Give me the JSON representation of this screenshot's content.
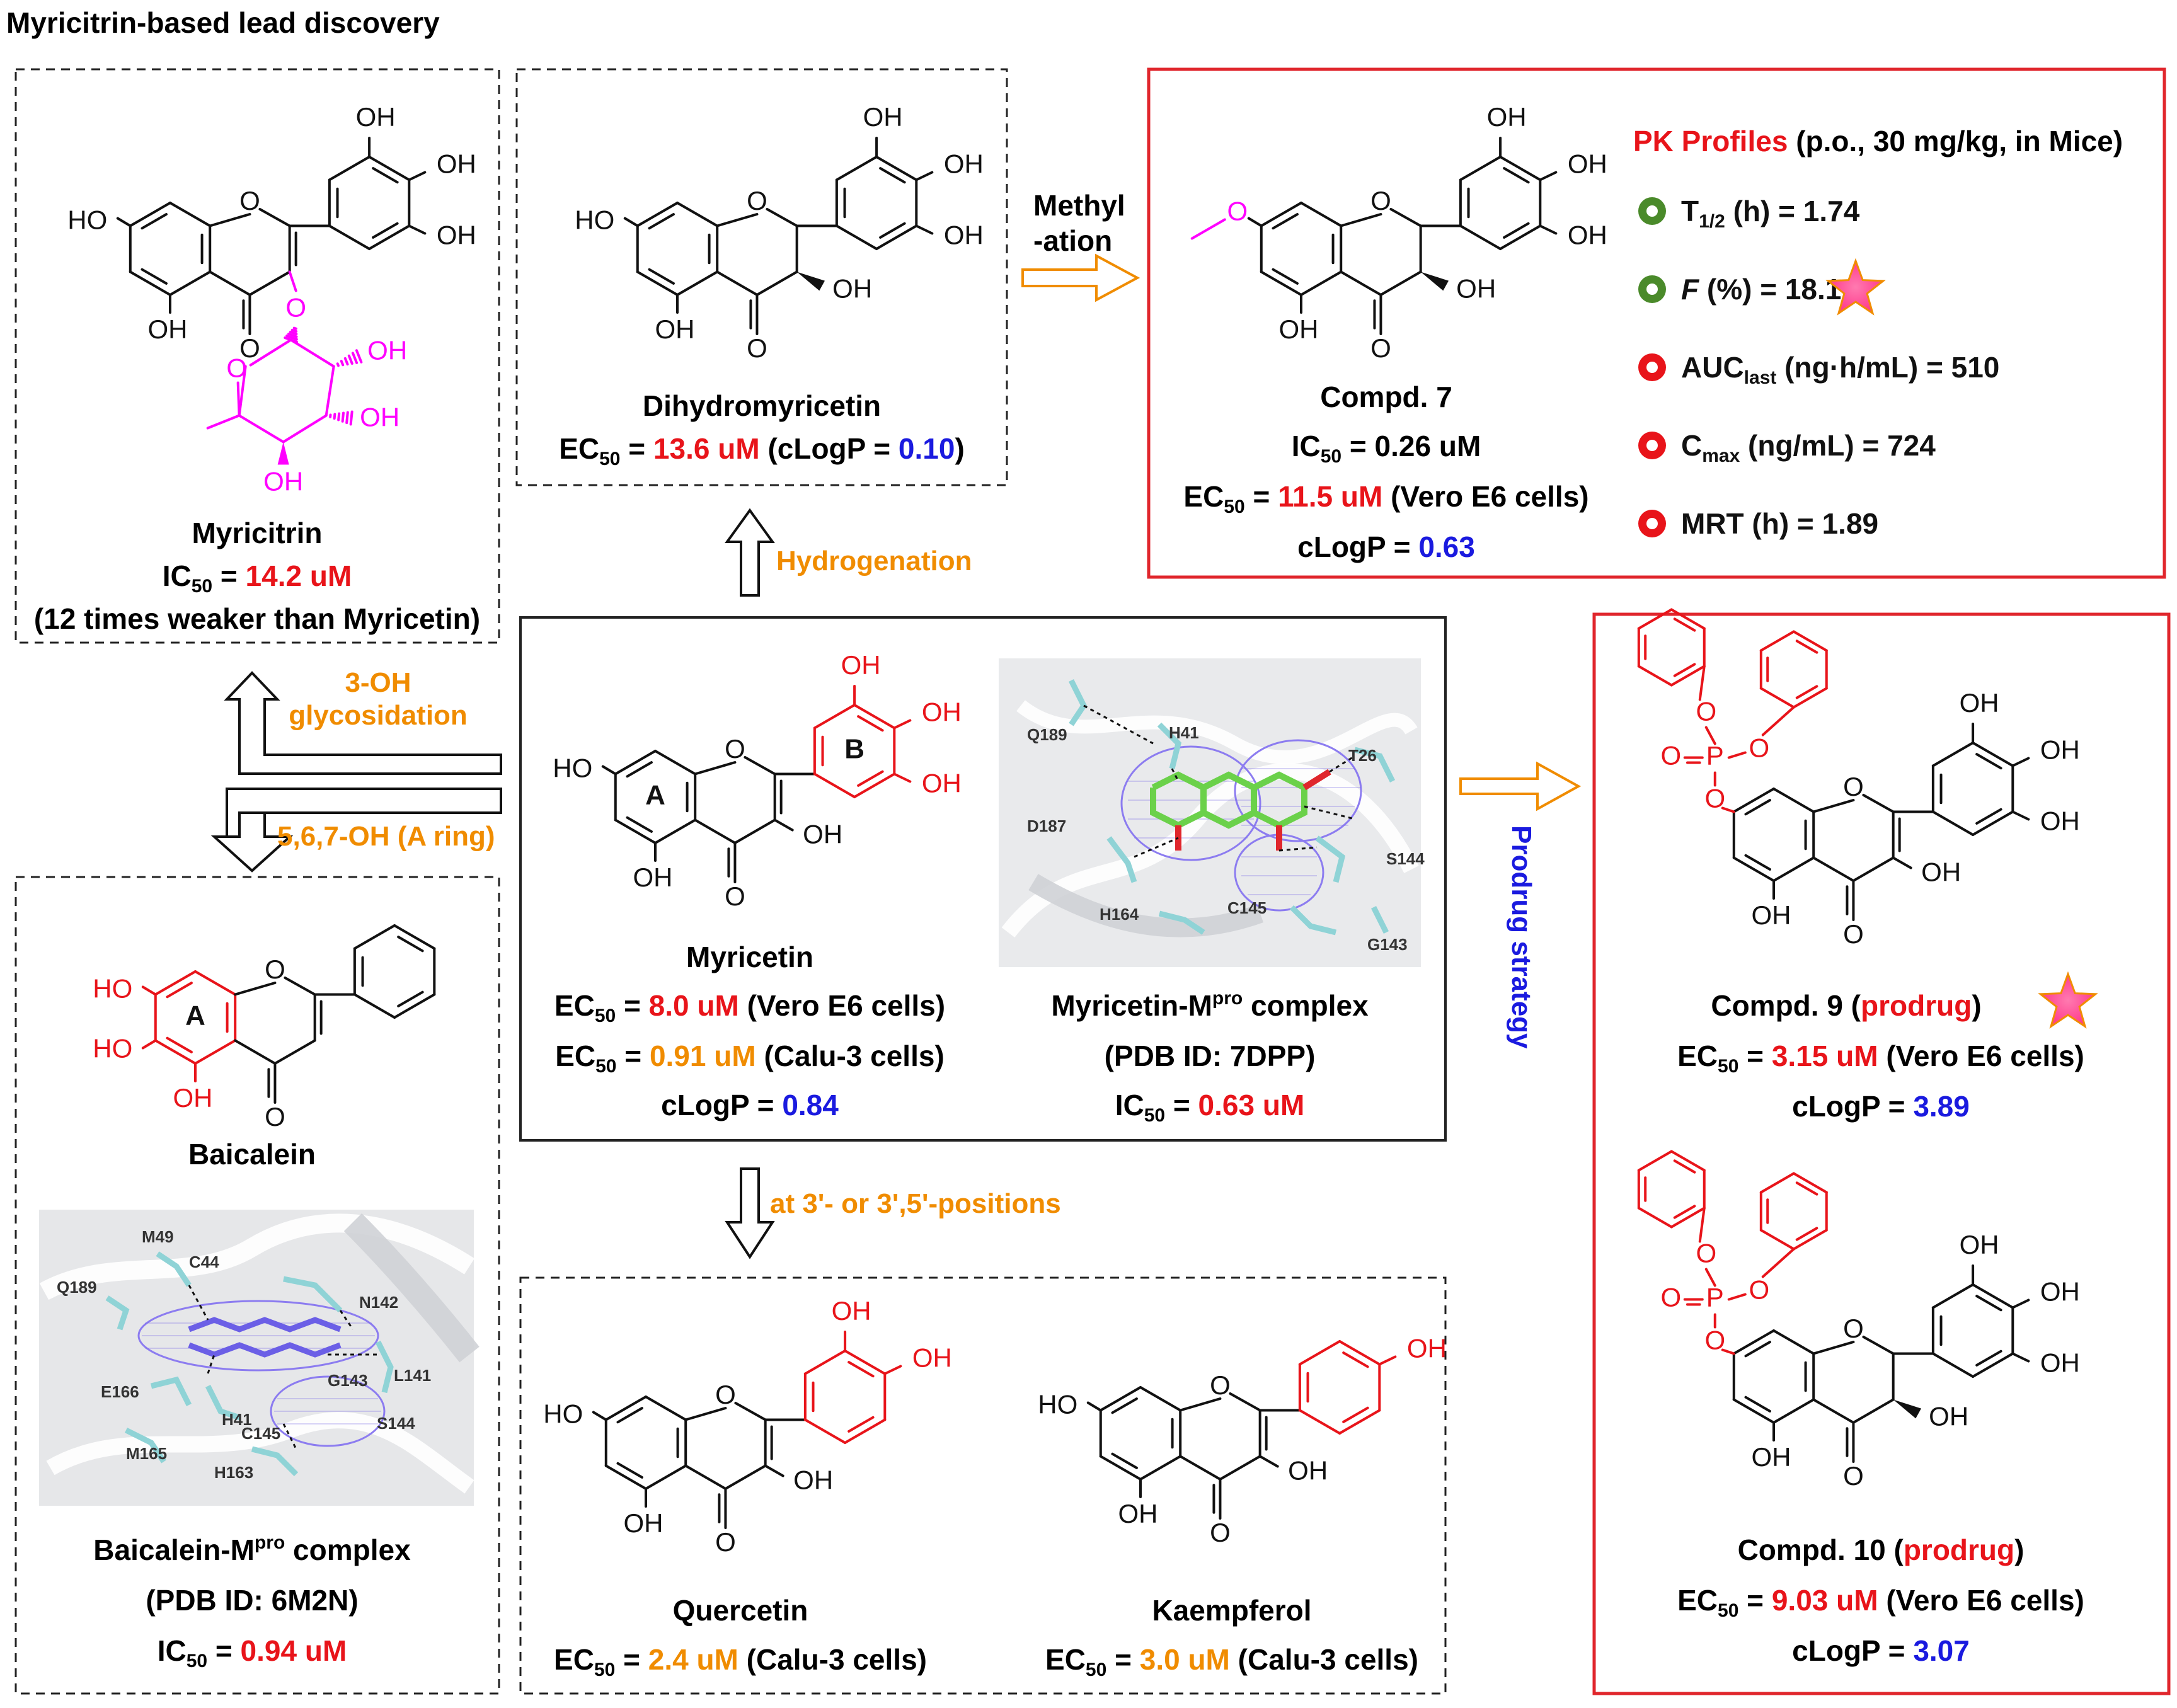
{
  "colors": {
    "red": "#e8141a",
    "orange": "#f08c00",
    "blue": "#1a1adf",
    "magenta": "#ff00ff",
    "green": "#4a8a2a",
    "panel_red": "#e0262c"
  },
  "title": "Myricitrin-based lead discovery",
  "myricitrin": {
    "name": "Myricitrin",
    "ic50_label": "IC",
    "ic50_sub": "50",
    "ic50_eq": " = ",
    "ic50_value": "14.2 uM",
    "note": "(12 times weaker than Myricetin)"
  },
  "dihydromyricetin": {
    "name": "Dihydromyricetin",
    "ec50_label": "EC",
    "ec50_sub": "50",
    "ec50_value": "13.6 uM",
    "clogp_prefix": "(cLogP = ",
    "clogp_value": "0.10",
    "clogp_suffix": ")"
  },
  "methylation": {
    "line1": "Methyl",
    "line2": "-ation"
  },
  "compd7": {
    "name": "Compd. 7",
    "ic50_value": "0.26 uM",
    "ec50_value": "11.5 uM",
    "ec50_cell": "(Vero E6 cells)",
    "clogp_value": "0.63"
  },
  "pk": {
    "heading": "PK Profiles",
    "heading_cond": "(p.o., 30 mg/kg, in Mice)",
    "items": [
      {
        "label_main": "T",
        "label_sub": "1/2",
        "label_rest": " (h) = 1.74",
        "status": "good"
      },
      {
        "label_main": "F",
        "label_sub": "",
        "label_rest": " (%) = 18.1",
        "status": "good"
      },
      {
        "label_main": "AUC",
        "label_sub": "last",
        "label_rest": " (ng·h/mL) = 510",
        "status": "bad"
      },
      {
        "label_main": "C",
        "label_sub": "max",
        "label_rest": " (ng/mL) = 724",
        "status": "bad"
      },
      {
        "label_main": "MRT",
        "label_sub": "",
        "label_rest": " (h) = 1.89",
        "status": "bad"
      }
    ]
  },
  "hydrogenation": "Hydrogenation",
  "glycosidation": {
    "line1": "3-OH",
    "line2": "glycosidation"
  },
  "aring": "5,6,7-OH (A ring)",
  "myricetin": {
    "name": "Myricetin",
    "ec50_vero_value": "8.0 uM",
    "ec50_vero_cell": "(Vero E6 cells)",
    "ec50_calu_value": "0.91 uM",
    "ec50_calu_cell": "(Calu-3 cells)",
    "clogp_value": "0.84",
    "ring_a": "A",
    "ring_b": "B"
  },
  "myricetin_complex": {
    "title_main": "Myricetin-M",
    "title_sup": "pro",
    "title_rest": " complex",
    "pdb": "(PDB ID: 7DPP)",
    "ic50_value": "0.63 uM",
    "residues": [
      "Q189",
      "H41",
      "T26",
      "D187",
      "S144",
      "H164",
      "C145",
      "G143"
    ]
  },
  "prodrug_strategy": "Prodrug strategy",
  "compd9": {
    "name_prefix": "Compd. 9 (",
    "name_tag": "prodrug",
    "name_suffix": ")",
    "ec50_value": "3.15 uM",
    "ec50_cell": "(Vero E6 cells)",
    "clogp_value": "3.89"
  },
  "compd10": {
    "name_prefix": "Compd. 10 (",
    "name_tag": "prodrug",
    "name_suffix": ")",
    "ec50_value": "9.03 uM",
    "ec50_cell": "(Vero E6 cells)",
    "clogp_value": "3.07"
  },
  "baicalein": {
    "name": "Baicalein",
    "ring_a": "A",
    "complex_main": "Baicalein-M",
    "complex_sup": "pro",
    "complex_rest": " complex",
    "pdb": "(PDB ID: 6M2N)",
    "ic50_value": "0.94 uM",
    "residues": [
      "M49",
      "C44",
      "Q189",
      "N142",
      "L141",
      "G143",
      "E166",
      "H41",
      "S144",
      "C145",
      "M165",
      "H163"
    ]
  },
  "positions": "at 3'- or 3',5'-positions",
  "quercetin": {
    "name": "Quercetin",
    "ec50_value": "2.4 uM",
    "ec50_cell": "(Calu-3 cells)"
  },
  "kaempferol": {
    "name": "Kaempferol",
    "ec50_value": "3.0 uM",
    "ec50_cell": "(Calu-3 cells)"
  },
  "atoms": {
    "oh": "OH",
    "ho": "HO",
    "o": "O",
    "p": "P",
    "po": "O=P"
  }
}
